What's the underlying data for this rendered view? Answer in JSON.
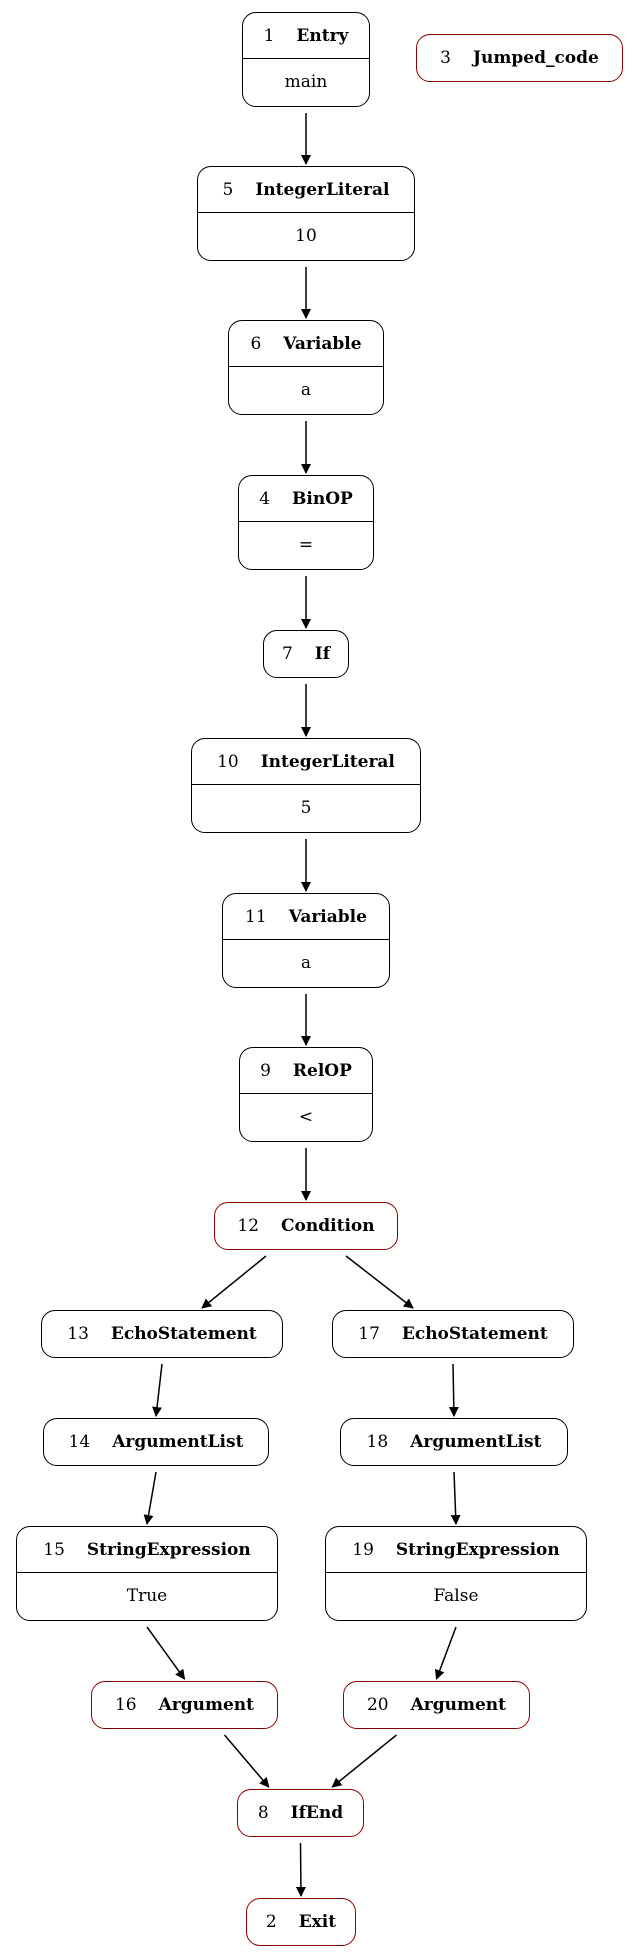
{
  "graph": {
    "nodes": [
      {
        "key": "n1",
        "id": "1",
        "label": "Entry",
        "value": "main",
        "style": "black"
      },
      {
        "key": "n3",
        "id": "3",
        "label": "Jumped_code",
        "value": "",
        "style": "red"
      },
      {
        "key": "n5",
        "id": "5",
        "label": "IntegerLiteral",
        "value": "10",
        "style": "black"
      },
      {
        "key": "n6",
        "id": "6",
        "label": "Variable",
        "value": "a",
        "style": "black"
      },
      {
        "key": "n4",
        "id": "4",
        "label": "BinOP",
        "value": "=",
        "style": "black"
      },
      {
        "key": "n7",
        "id": "7",
        "label": "If",
        "value": "",
        "style": "black"
      },
      {
        "key": "n10",
        "id": "10",
        "label": "IntegerLiteral",
        "value": "5",
        "style": "black"
      },
      {
        "key": "n11",
        "id": "11",
        "label": "Variable",
        "value": "a",
        "style": "black"
      },
      {
        "key": "n9",
        "id": "9",
        "label": "RelOP",
        "value": "<",
        "style": "black"
      },
      {
        "key": "n12",
        "id": "12",
        "label": "Condition",
        "value": "",
        "style": "red"
      },
      {
        "key": "n13",
        "id": "13",
        "label": "EchoStatement",
        "value": "",
        "style": "black"
      },
      {
        "key": "n17",
        "id": "17",
        "label": "EchoStatement",
        "value": "",
        "style": "black"
      },
      {
        "key": "n14",
        "id": "14",
        "label": "ArgumentList",
        "value": "",
        "style": "black"
      },
      {
        "key": "n18",
        "id": "18",
        "label": "ArgumentList",
        "value": "",
        "style": "black"
      },
      {
        "key": "n15",
        "id": "15",
        "label": "StringExpression",
        "value": "True",
        "style": "black"
      },
      {
        "key": "n19",
        "id": "19",
        "label": "StringExpression",
        "value": "False",
        "style": "black"
      },
      {
        "key": "n16",
        "id": "16",
        "label": "Argument",
        "value": "",
        "style": "red"
      },
      {
        "key": "n20",
        "id": "20",
        "label": "Argument",
        "value": "",
        "style": "red"
      },
      {
        "key": "n8",
        "id": "8",
        "label": "IfEnd",
        "value": "",
        "style": "red"
      },
      {
        "key": "n2",
        "id": "2",
        "label": "Exit",
        "value": "",
        "style": "red"
      }
    ],
    "edges": [
      [
        "n1",
        "n5"
      ],
      [
        "n5",
        "n6"
      ],
      [
        "n6",
        "n4"
      ],
      [
        "n4",
        "n7"
      ],
      [
        "n7",
        "n10"
      ],
      [
        "n10",
        "n11"
      ],
      [
        "n11",
        "n9"
      ],
      [
        "n9",
        "n12"
      ],
      [
        "n12",
        "n13"
      ],
      [
        "n12",
        "n17"
      ],
      [
        "n13",
        "n14"
      ],
      [
        "n17",
        "n18"
      ],
      [
        "n14",
        "n15"
      ],
      [
        "n18",
        "n19"
      ],
      [
        "n15",
        "n16"
      ],
      [
        "n19",
        "n20"
      ],
      [
        "n16",
        "n8"
      ],
      [
        "n20",
        "n8"
      ],
      [
        "n8",
        "n2"
      ]
    ],
    "colors": {
      "default_border": "#000000",
      "highlight_border": "#8b0000",
      "edge": "#000000"
    }
  }
}
